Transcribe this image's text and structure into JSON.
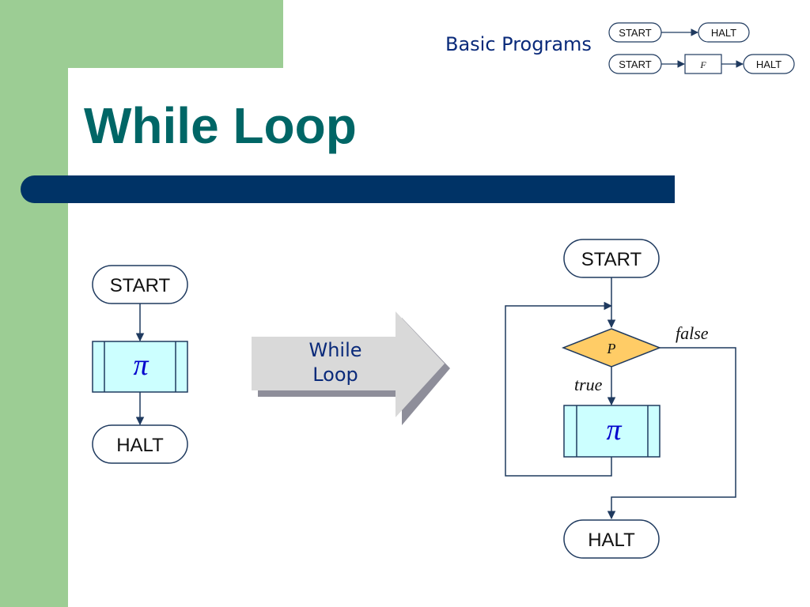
{
  "header": {
    "subtitle": "Basic Programs",
    "title": "While Loop"
  },
  "legend": {
    "row1": {
      "start": "START",
      "halt": "HALT"
    },
    "row2": {
      "start": "START",
      "function": "F",
      "halt": "HALT"
    }
  },
  "left_flow": {
    "start": "START",
    "process": "π",
    "halt": "HALT"
  },
  "transform_arrow": {
    "line1": "While",
    "line2": "Loop"
  },
  "right_flow": {
    "start": "START",
    "condition": "P",
    "false_label": "false",
    "true_label": "true",
    "process": "π",
    "halt": "HALT"
  },
  "colors": {
    "sidebar": "#9ccd94",
    "title": "#006666",
    "rule": "#003366",
    "process_fill": "#ccffff",
    "decision_fill": "#ffcc66",
    "line": "#1f3a5f"
  }
}
